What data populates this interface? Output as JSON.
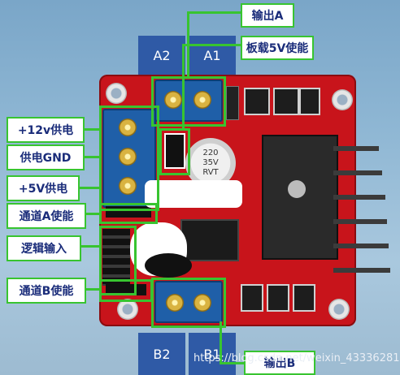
{
  "labels": {
    "out_a": "输出A",
    "board_5v": "板载5V使能",
    "v12": "+12v供电",
    "gnd": "供电GND",
    "v5": "+5V供电",
    "ch_a": "通道A使能",
    "logic": "逻辑输入",
    "ch_b": "通道B使能",
    "out_b": "输出B"
  },
  "terminals": {
    "a1": "A1",
    "a2": "A2",
    "b1": "B1",
    "b2": "B2"
  },
  "capacitor": {
    "line1": "220",
    "line2": "35V",
    "line3": "RVT"
  },
  "watermark": "https://blog.csdn.net/weixin_43336281",
  "colors": {
    "board": "#c8141b",
    "label_border": "#38c430",
    "label_text": "#1a2c7a",
    "terminal_blue": "#1f5fa8"
  }
}
